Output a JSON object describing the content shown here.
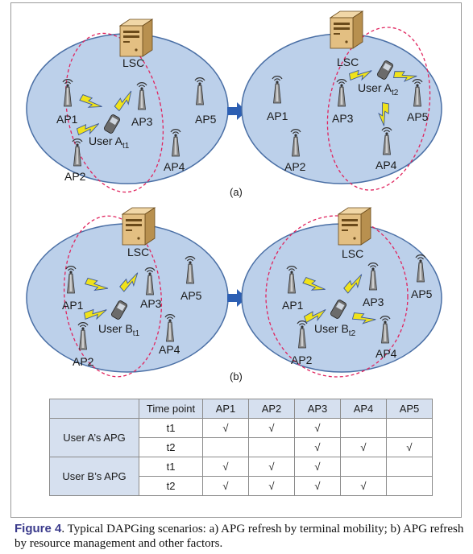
{
  "labels": {
    "lsc": "LSC",
    "ap1": "AP1",
    "ap2": "AP2",
    "ap3": "AP3",
    "ap4": "AP4",
    "ap5": "AP5",
    "user_a": "User A",
    "user_b": "User B",
    "t1": "t1",
    "t2": "t2",
    "panel_a": "(a)",
    "panel_b": "(b)"
  },
  "table": {
    "header": [
      "",
      "Time point",
      "AP1",
      "AP2",
      "AP3",
      "AP4",
      "AP5"
    ],
    "check": "√",
    "rows": [
      {
        "user": "User A’s APG",
        "time": "t1",
        "cells": [
          "√",
          "√",
          "√",
          "",
          ""
        ]
      },
      {
        "user": "",
        "time": "t2",
        "cells": [
          "",
          "",
          "√",
          "√",
          "√"
        ]
      },
      {
        "user": "User B’s APG",
        "time": "t1",
        "cells": [
          "√",
          "√",
          "√",
          "",
          ""
        ]
      },
      {
        "user": "",
        "time": "t2",
        "cells": [
          "√",
          "√",
          "√",
          "√",
          ""
        ]
      }
    ]
  },
  "caption": {
    "figure_label": "Figure 4",
    "text": ". Typical DAPGing scenarios: a) APG refresh by terminal mobility; b) APG refresh by resource management and other factors."
  },
  "colors": {
    "ellipse_fill": "#bcd0ea",
    "ellipse_stroke": "#4a6fa5",
    "group_dash": "#e0245e",
    "arrow": "#2d5fb3",
    "bolt": "#f0e21a",
    "table_header": "#d6e0ef",
    "caption_label": "#3b3b8c"
  }
}
